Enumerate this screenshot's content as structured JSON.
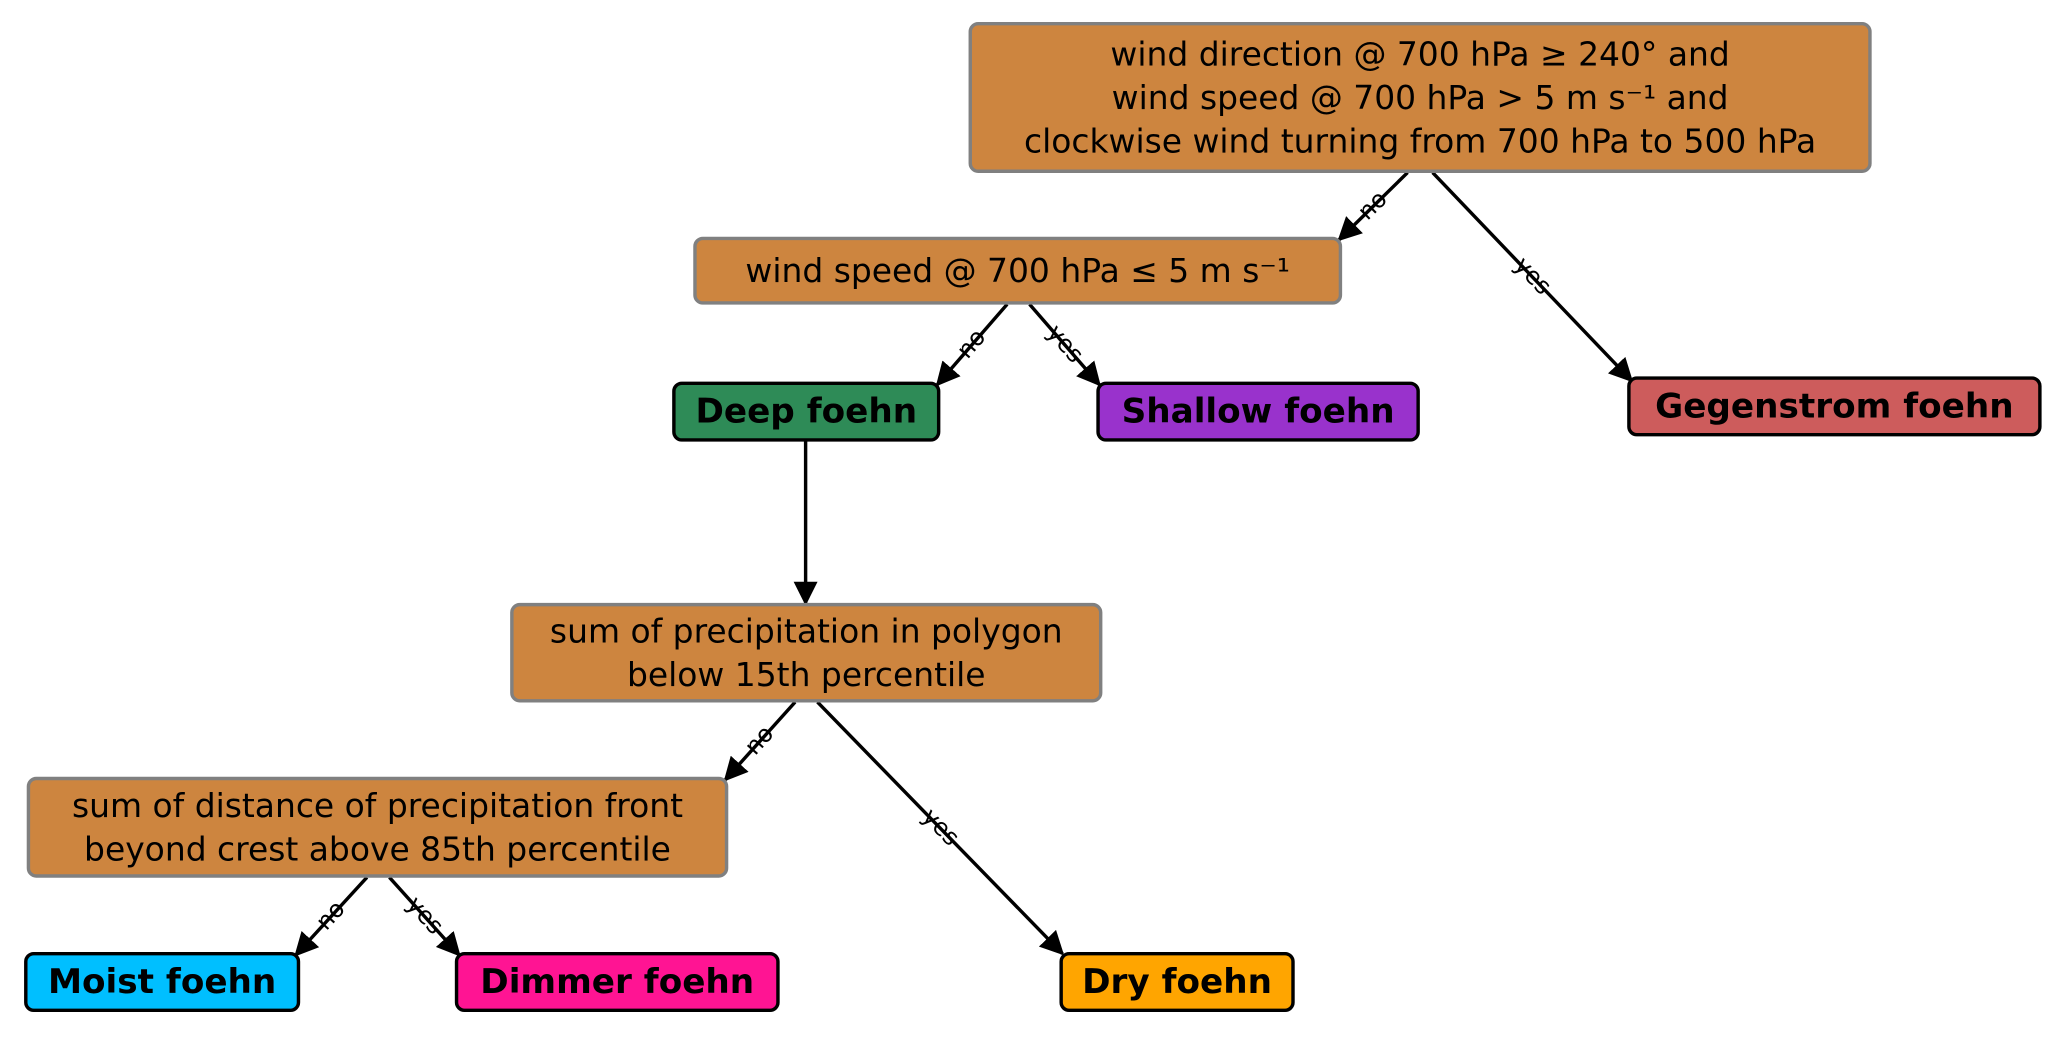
{
  "nodes": {
    "root": {
      "lines": [
        "wind direction @ 700 hPa ≥ 240° and",
        "wind speed @ 700 hPa > 5 m s⁻¹ and",
        "clockwise wind turning from 700 hPa to 500 hPa"
      ],
      "color": "#CD853F",
      "kind": "condition"
    },
    "ws": {
      "lines": [
        "wind speed @ 700 hPa ≤ 5 m s⁻¹"
      ],
      "color": "#CD853F",
      "kind": "condition"
    },
    "deep": {
      "lines": [
        "Deep foehn"
      ],
      "color": "#2E8B57",
      "kind": "leaf"
    },
    "shallow": {
      "lines": [
        "Shallow foehn"
      ],
      "color": "#9932CC",
      "kind": "leaf"
    },
    "gegen": {
      "lines": [
        "Gegenstrom foehn"
      ],
      "color": "#CD5C5C",
      "kind": "leaf"
    },
    "precip": {
      "lines": [
        "sum of precipitation in polygon",
        "below 15th percentile"
      ],
      "color": "#CD853F",
      "kind": "condition"
    },
    "dist": {
      "lines": [
        "sum of distance of precipitation front",
        "beyond crest above 85th percentile"
      ],
      "color": "#CD853F",
      "kind": "condition"
    },
    "moist": {
      "lines": [
        "Moist foehn"
      ],
      "color": "#00BFFF",
      "kind": "leaf"
    },
    "dimmer": {
      "lines": [
        "Dimmer foehn"
      ],
      "color": "#FF1493",
      "kind": "leaf"
    },
    "dry": {
      "lines": [
        "Dry foehn"
      ],
      "color": "#FFA500",
      "kind": "leaf"
    }
  },
  "edges": [
    {
      "from": "root",
      "to": "ws",
      "label": "no"
    },
    {
      "from": "root",
      "to": "gegen",
      "label": "yes"
    },
    {
      "from": "ws",
      "to": "deep",
      "label": "no"
    },
    {
      "from": "ws",
      "to": "shallow",
      "label": "yes"
    },
    {
      "from": "deep",
      "to": "precip",
      "label": ""
    },
    {
      "from": "precip",
      "to": "dist",
      "label": "no"
    },
    {
      "from": "precip",
      "to": "dry",
      "label": "yes"
    },
    {
      "from": "dist",
      "to": "moist",
      "label": "no"
    },
    {
      "from": "dist",
      "to": "dimmer",
      "label": "yes"
    }
  ],
  "colors": {
    "condition_border": "#808080",
    "leaf_border": "#000000",
    "edge": "#000000"
  }
}
